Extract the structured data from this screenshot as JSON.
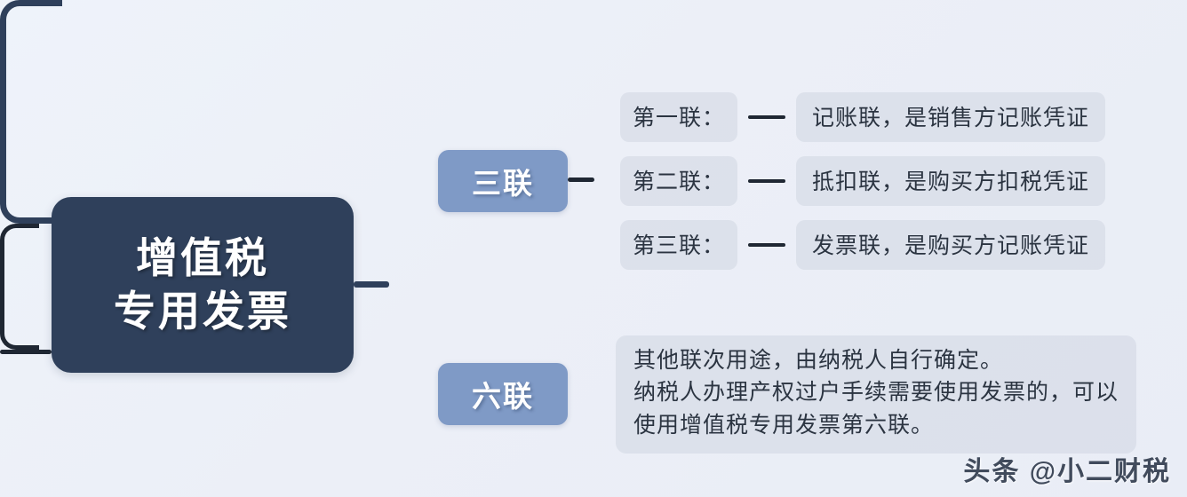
{
  "diagram": {
    "type": "mind-map",
    "root": {
      "lines": [
        "增值税",
        "专用发票"
      ],
      "color": "#2f405b"
    },
    "branches": [
      {
        "label": "三联",
        "color": "#7f9ac6"
      },
      {
        "label": "六联",
        "color": "#7f9ac6"
      }
    ],
    "leaves": [
      {
        "key": "第一联：",
        "desc": "记账联，是销售方记账凭证"
      },
      {
        "key": "第二联：",
        "desc": "抵扣联，是购买方扣税凭证"
      },
      {
        "key": "第三联：",
        "desc": "发票联，是购买方记账凭证"
      }
    ],
    "paragraph": {
      "lines": [
        "其他联次用途，由纳税人自行确定。",
        "纳税人办理产权过户手续需要使用发票的，可以",
        "使用增值税专用发票第六联。"
      ]
    }
  },
  "watermark": {
    "text": "头条 @小二财税"
  }
}
